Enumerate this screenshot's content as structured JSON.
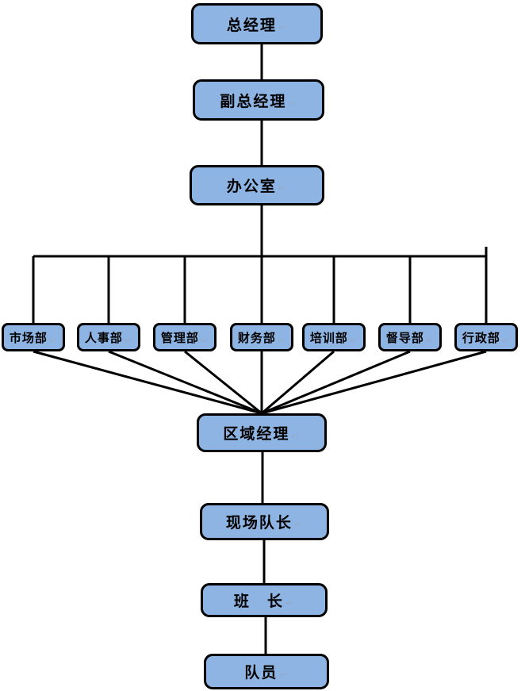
{
  "diagram": {
    "type": "org-chart",
    "paragraph_mark": "↵",
    "colors": {
      "node_fill": "#8DB4E2",
      "node_border": "#000000",
      "connector": "#000000",
      "background": "#FFFFFF",
      "text": "#000000",
      "paragraph_mark": "#96A9C9"
    },
    "nodes": [
      {
        "id": "general-manager",
        "label": "总经理"
      },
      {
        "id": "deputy-general-manager",
        "label": "副总经理"
      },
      {
        "id": "office",
        "label": "办公室"
      },
      {
        "id": "marketing-dept",
        "label": "市场部"
      },
      {
        "id": "hr-dept",
        "label": "人事部"
      },
      {
        "id": "management-dept",
        "label": "管理部"
      },
      {
        "id": "finance-dept",
        "label": "财务部"
      },
      {
        "id": "training-dept",
        "label": "培训部"
      },
      {
        "id": "supervision-dept",
        "label": "督导部"
      },
      {
        "id": "admin-dept",
        "label": "行政部"
      },
      {
        "id": "regional-manager",
        "label": "区域经理"
      },
      {
        "id": "site-captain",
        "label": "现场队长"
      },
      {
        "id": "squad-leader",
        "label": "班　长"
      },
      {
        "id": "team-member",
        "label": "队员"
      }
    ],
    "edges": [
      {
        "from": "general-manager",
        "to": "deputy-general-manager"
      },
      {
        "from": "deputy-general-manager",
        "to": "office"
      },
      {
        "from": "office",
        "to": "marketing-dept"
      },
      {
        "from": "office",
        "to": "hr-dept"
      },
      {
        "from": "office",
        "to": "management-dept"
      },
      {
        "from": "office",
        "to": "finance-dept"
      },
      {
        "from": "office",
        "to": "training-dept"
      },
      {
        "from": "office",
        "to": "supervision-dept"
      },
      {
        "from": "office",
        "to": "admin-dept"
      },
      {
        "from": "marketing-dept",
        "to": "regional-manager"
      },
      {
        "from": "hr-dept",
        "to": "regional-manager"
      },
      {
        "from": "management-dept",
        "to": "regional-manager"
      },
      {
        "from": "finance-dept",
        "to": "regional-manager"
      },
      {
        "from": "training-dept",
        "to": "regional-manager"
      },
      {
        "from": "supervision-dept",
        "to": "regional-manager"
      },
      {
        "from": "admin-dept",
        "to": "regional-manager"
      },
      {
        "from": "regional-manager",
        "to": "site-captain"
      },
      {
        "from": "site-captain",
        "to": "squad-leader"
      },
      {
        "from": "squad-leader",
        "to": "team-member"
      }
    ]
  }
}
